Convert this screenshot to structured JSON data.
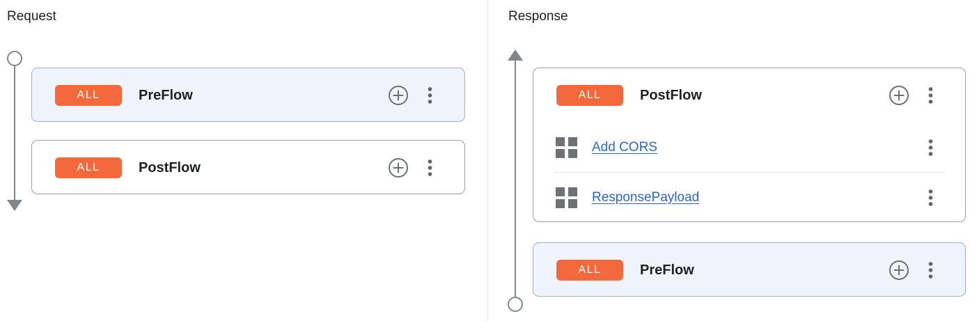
{
  "request_panel": {
    "title": "Request",
    "cards": [
      {
        "badge": "ALL",
        "title": "PreFlow",
        "highlighted": true,
        "policies": []
      },
      {
        "badge": "ALL",
        "title": "PostFlow",
        "highlighted": false,
        "policies": []
      }
    ]
  },
  "response_panel": {
    "title": "Response",
    "cards": [
      {
        "badge": "ALL",
        "title": "PostFlow",
        "highlighted": false,
        "policies": [
          {
            "name": "Add CORS"
          },
          {
            "name": "ResponsePayload"
          }
        ]
      },
      {
        "badge": "ALL",
        "title": "PreFlow",
        "highlighted": true,
        "policies": []
      }
    ]
  },
  "icons": {
    "add_policy": "add-circle-outline",
    "more_options": "more-vert",
    "policy": "policy-grid",
    "flow_direction_request": "arrow-down",
    "flow_direction_response": "arrow-up"
  },
  "colors": {
    "badge_orange": "#F4693C",
    "highlight_card_bg": "#EFF3FC",
    "link_blue": "#2A66D9",
    "icon_gray": "#5F6368",
    "grid_icon_gray": "#6E7276",
    "timeline_gray": "#82878C",
    "card_border": "#9AA0A6",
    "panel_divider": "#E4E6E9",
    "text_dark": "#202124"
  }
}
